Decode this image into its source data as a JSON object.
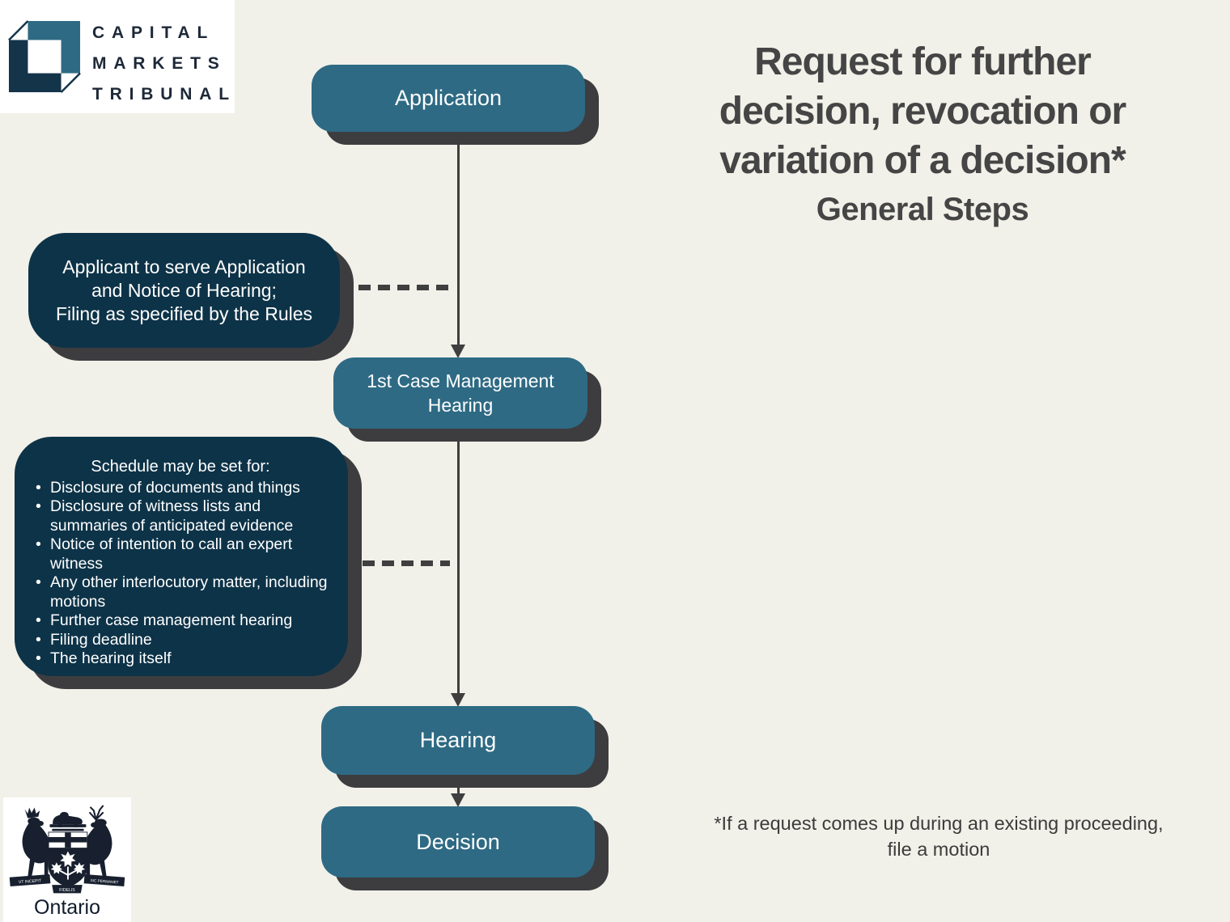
{
  "brand": {
    "line1": "CAPITAL",
    "line2": "MARKETS",
    "line3": "TRIBUNAL"
  },
  "title": {
    "lines": [
      "Request for further",
      "decision, revocation or",
      "variation of a decision*"
    ],
    "subtitle": "General Steps"
  },
  "flow": {
    "nodes": [
      {
        "id": "application",
        "label": "Application"
      },
      {
        "id": "cmh",
        "label": "1st Case Management Hearing"
      },
      {
        "id": "hearing",
        "label": "Hearing"
      },
      {
        "id": "decision",
        "label": "Decision"
      }
    ],
    "serve_note": {
      "lines": [
        "Applicant to serve Application",
        "and Notice of Hearing;",
        "Filing as specified by the Rules"
      ]
    },
    "schedule_note": {
      "heading": "Schedule may be set for:",
      "items": [
        "Disclosure of documents and things",
        "Disclosure of witness lists and summaries of anticipated evidence",
        "Notice of intention to call an expert witness",
        "Any other interlocutory matter, including motions",
        "Further case management hearing",
        "Filing deadline",
        "The hearing itself"
      ]
    }
  },
  "footnote": {
    "line1": "*If a request comes up during an existing proceeding,",
    "line2": "file a motion"
  },
  "ontario": {
    "wordmark": "Ontario",
    "motto_left": "VT INCEPIT",
    "motto_right": "SIC PERMANET",
    "motto_center": "FIDELIS"
  },
  "colors": {
    "background": "#f1f1e9",
    "teal": "#2e6a84",
    "navy": "#0d3348",
    "shadow": "#3d3d40",
    "line": "#3f3f3f",
    "title_text": "#454545",
    "logo_text": "#1d2838"
  }
}
